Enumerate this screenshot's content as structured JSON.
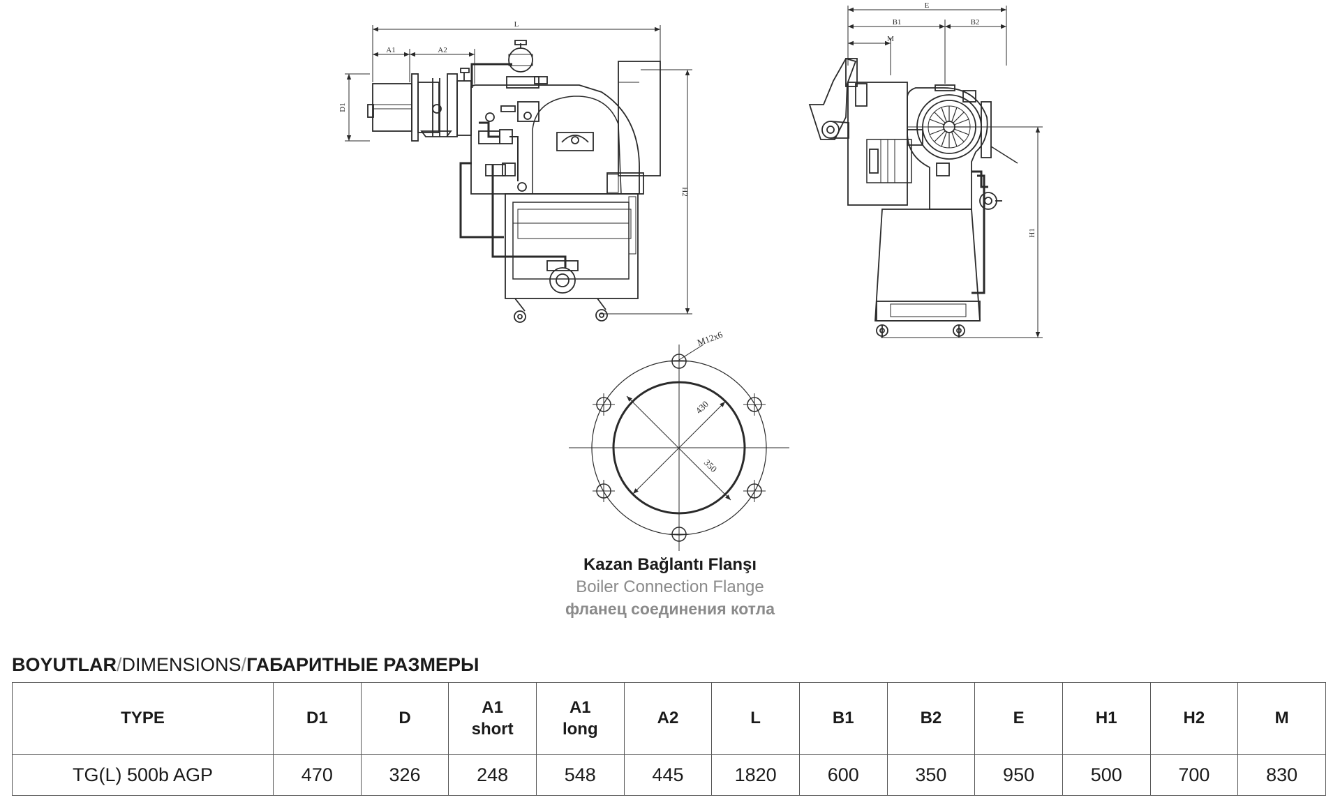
{
  "drawing": {
    "labels": {
      "L": "L",
      "A1": "A1",
      "A2": "A2",
      "D1": "D1",
      "H2": "H2",
      "E": "E",
      "B1": "B1",
      "B2": "B2",
      "M": "M",
      "H1": "H1"
    },
    "flange": {
      "bolt_label": "M12x6",
      "outer_label": "430",
      "inner_label": "350"
    }
  },
  "caption": {
    "tr": "Kazan Bağlantı Flanşı",
    "en": "Boiler Connection Flange",
    "ru": "фланец соединения котла"
  },
  "dimensions": {
    "title_tr": "BOYUTLAR",
    "title_en": "DIMENSIONS",
    "title_ru": "ГАБАРИТНЫЕ РАЗМЕРЫ",
    "separator": "/",
    "headers": [
      "TYPE",
      "D1",
      "D",
      "A1\nshort",
      "A1\nlong",
      "A2",
      "L",
      "B1",
      "B2",
      "E",
      "H1",
      "H2",
      "M"
    ],
    "rows": [
      [
        "TG(L) 500b AGP",
        "470",
        "326",
        "248",
        "548",
        "445",
        "1820",
        "600",
        "350",
        "950",
        "500",
        "700",
        "830"
      ]
    ]
  },
  "colors": {
    "line": "#2a2a2a",
    "caption_grey": "#8a8a8a",
    "table_border": "#555555"
  }
}
